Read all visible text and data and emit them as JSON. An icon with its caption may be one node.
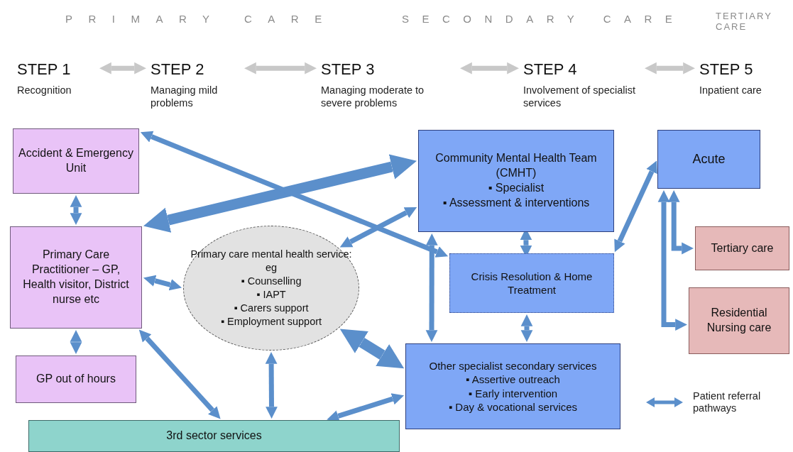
{
  "diagram": {
    "nodes": [
      {
        "text": [
          "STEP 1",
          "Recognition"
        ]
      },
      {
        "text": [
          "STEP 2",
          "Managing mild problems"
        ]
      },
      {
        "text": [
          "STEP 3",
          "Managing moderate to severe problems"
        ]
      },
      {
        "text": [
          "STEP 4",
          "Involvement of specialist services"
        ]
      },
      {
        "text": [
          "STEP 5",
          "Inpatient care"
        ]
      },
      {
        "text": [
          "Accident & Emergency Unit"
        ]
      },
      {
        "text": [
          "Primary Care Practitioner – GP, Health visitor, District nurse etc"
        ]
      },
      {
        "text": [
          "GP out of hours"
        ]
      },
      {
        "text": [
          "Primary care mental health service: eg",
          "▪ Counselling",
          "▪ IAPT",
          "▪ Carers support",
          "▪ Employment support"
        ]
      },
      {
        "text": [
          "3rd sector services"
        ]
      },
      {
        "text": [
          "Community Mental Health Team (CMHT)",
          "▪ Specialist",
          "▪ Assessment & interventions"
        ]
      },
      {
        "text": [
          "Crisis Resolution & Home Treatment"
        ]
      },
      {
        "text": [
          "Other specialist secondary services",
          "▪ Assertive outreach",
          "▪ Early intervention",
          "▪ Day & vocational services"
        ]
      },
      {
        "text": [
          "Acute"
        ]
      },
      {
        "text": [
          "Tertiary care"
        ]
      },
      {
        "text": [
          "Residential Nursing care"
        ]
      }
    ],
    "edges": [
      {
        "from": 0,
        "to": 1,
        "arrow": "both",
        "color": "#c8c8c8"
      },
      {
        "from": 1,
        "to": 2,
        "arrow": "both",
        "color": "#c8c8c8"
      },
      {
        "from": 2,
        "to": 3,
        "arrow": "both",
        "color": "#c8c8c8"
      },
      {
        "from": 3,
        "to": 4,
        "arrow": "both",
        "color": "#c8c8c8"
      },
      {
        "from": 5,
        "to": 6,
        "arrow": "both"
      },
      {
        "from": 6,
        "to": 7,
        "arrow": "both"
      },
      {
        "from": 6,
        "to": 8,
        "arrow": "both"
      },
      {
        "from": 6,
        "to": 10,
        "arrow": "both",
        "style": "thick"
      },
      {
        "from": 5,
        "to": 11,
        "arrow": "both"
      },
      {
        "from": 8,
        "to": 10,
        "arrow": "both"
      },
      {
        "from": 8,
        "to": 12,
        "arrow": "both",
        "style": "thick"
      },
      {
        "from": 9,
        "to": 12,
        "arrow": "both"
      },
      {
        "from": 8,
        "to": 9,
        "arrow": "both"
      },
      {
        "from": 6,
        "to": 9,
        "arrow": "both"
      },
      {
        "from": 10,
        "to": 11,
        "arrow": "both"
      },
      {
        "from": 10,
        "to": 12,
        "arrow": "both"
      },
      {
        "from": 11,
        "to": 12,
        "arrow": "both"
      },
      {
        "from": 11,
        "to": 13,
        "arrow": "both"
      },
      {
        "from": 13,
        "to": 14,
        "arrow": "both"
      },
      {
        "from": 13,
        "to": 15,
        "arrow": "both"
      }
    ],
    "labels": [
      "PRIMARY CARE",
      "SECONDARY CARE",
      "TERTIARY CARE"
    ],
    "legend": [
      {
        "text": "Patient referral pathways"
      }
    ]
  }
}
